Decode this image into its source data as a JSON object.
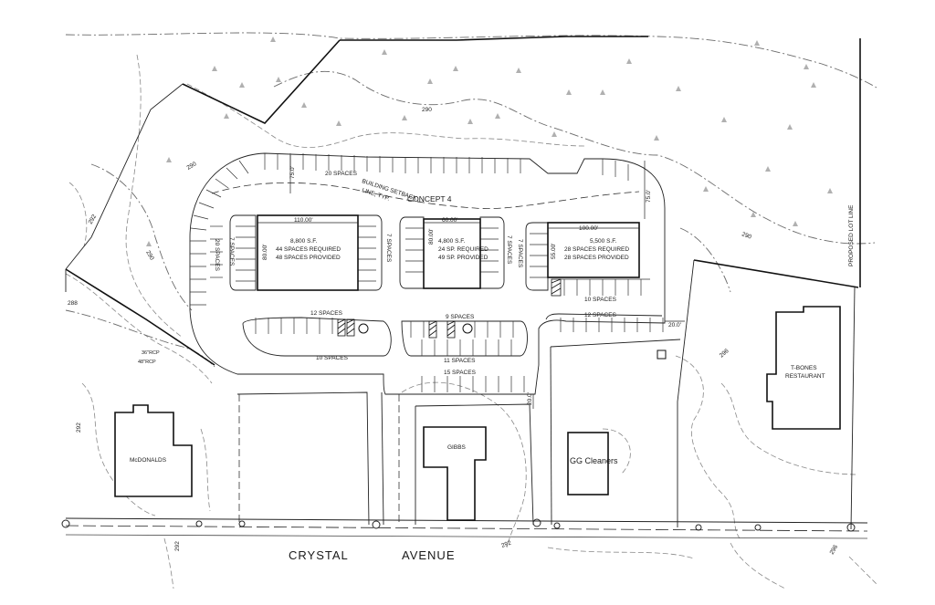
{
  "plan": {
    "concept_title": "CONCEPT 4",
    "street_name_1": "CRYSTAL",
    "street_name_2": "AVENUE",
    "proposed_lot_line": "PROPOSED LOT LINE",
    "setback_label_1": "BUILDING SETBACK",
    "setback_label_2": "LINE, TYP.",
    "setback_dim_1": "75.0'",
    "setback_dim_2": "75.0'",
    "drive_dim_1": "20.0'",
    "drive_dim_2": "20.0'",
    "curve_label_1": "36\"RCP",
    "curve_label_2": "48\"RCP"
  },
  "buildings": {
    "a": {
      "width_dim": "110.00'",
      "depth_dim": "80.00'",
      "area": "8,800 S.F.",
      "required": "44 SPACES REQUIRED",
      "provided": "48 SPACES PROVIDED"
    },
    "b": {
      "width_dim": "60.00'",
      "depth_dim": "80.00'",
      "area": "4,800 S.F.",
      "required": "24 SP. REQUIRED",
      "provided": "49 SP. PROVIDED"
    },
    "c": {
      "width_dim": "100.00'",
      "depth_dim": "55.00'",
      "area": "5,500 S.F.",
      "required": "28 SPACES REQUIRED",
      "provided": "28 SPACES PROVIDED"
    }
  },
  "existing": {
    "mcdonalds": "McDONALDS",
    "gibbs": "GIBBS",
    "cleaners": "GG Cleaners",
    "tbones_1": "T-BONES",
    "tbones_2": "RESTAURANT"
  },
  "parking": {
    "top_row": "20 SPACES",
    "left_col": "20 SPACES",
    "col_left_7": "7 SPACES",
    "col_a_right": "7 SPACES",
    "col_b_right": "7 SPACES",
    "col_c_left": "7 SPACES",
    "row_12_left": "12 SPACES",
    "row_10_left": "10 SPACES",
    "row_9": "9 SPACES",
    "row_11": "11 SPACES",
    "row_15": "15 SPACES",
    "row_10_right": "10 SPACES",
    "row_12_right": "12 SPACES"
  },
  "contours": {
    "c290_a": "290",
    "c290_b": "290",
    "c290_c": "290",
    "c290_d": "290",
    "c292_a": "292",
    "c292_b": "292",
    "c292_c": "292",
    "c292_d": "292",
    "c296_a": "296",
    "c296_b": "296",
    "c288": "288"
  }
}
